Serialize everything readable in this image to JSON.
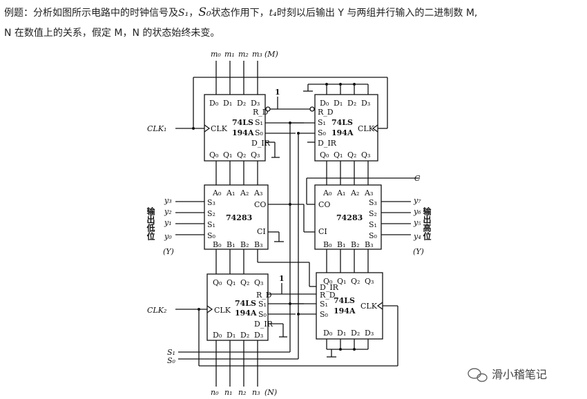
{
  "question": {
    "line1_prefix": "例题：分析如图所示电路中的时钟信号及",
    "s1": "S₁",
    "comma": "，",
    "s0": "S₀",
    "line1_mid": "状态作用下，",
    "t4": "t₄",
    "line1_suffix": "时刻以后输出 Y 与两组并行输入的二进制数 M,",
    "line2": "N 在数值上的关系，假定 M，N 的状态始终未变。"
  },
  "top_inputs": {
    "m0": "m₀",
    "m1": "m₁",
    "m2": "m₂",
    "m3": "m₃",
    "label": "(M)"
  },
  "bottom_inputs": {
    "n0": "n₀",
    "n1": "n₁",
    "n2": "n₂",
    "n3": "n₃",
    "label": "(N)"
  },
  "clocks": {
    "clk1": "CLK₁",
    "clk2": "CLK₂"
  },
  "selects": {
    "s1": "S₁",
    "s0": "S₀"
  },
  "carry_out": "C",
  "logic_one": "1",
  "chip_194": {
    "d0": "D₀",
    "d1": "D₁",
    "d2": "D₂",
    "d3": "D₃",
    "q0": "Q₀",
    "q1": "Q₁",
    "q2": "Q₂",
    "q3": "Q₃",
    "clk": "CLK",
    "rd": "R_D",
    "s1": "S₁",
    "s0": "S₀",
    "dir": "D_IR",
    "name_line1": "74LS",
    "name_line2": "194A"
  },
  "chip_283": {
    "a0": "A₀",
    "a1": "A₁",
    "a2": "A₂",
    "a3": "A₃",
    "b0": "B₀",
    "b1": "B₁",
    "b2": "B₂",
    "b3": "B₃",
    "s0": "S₀",
    "s1": "S₁",
    "s2": "S₂",
    "s3": "S₃",
    "co": "CO",
    "ci": "CI",
    "name": "74283"
  },
  "low_outputs": {
    "y0": "y₀",
    "y1": "y₁",
    "y2": "y₂",
    "y3": "y₃",
    "side_label": "输出低位",
    "group": "(Y)"
  },
  "high_outputs": {
    "y4": "y₄",
    "y5": "y₅",
    "y6": "y₆",
    "y7": "y₇",
    "side_label": "输出高位",
    "group": "(Y)"
  },
  "watermark": "滑小稽笔记"
}
